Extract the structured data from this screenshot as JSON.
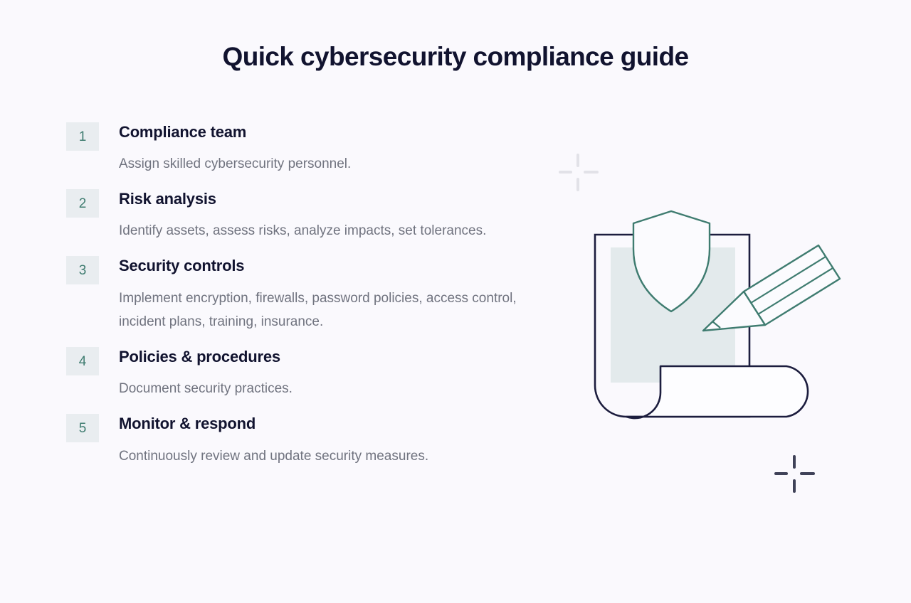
{
  "page": {
    "title": "Quick cybersecurity compliance guide",
    "background_color": "#faf9fd"
  },
  "colors": {
    "title_text": "#11132f",
    "step_title_text": "#11132f",
    "step_desc_text": "#70737f",
    "badge_background": "#e9edf0",
    "badge_number": "#3f7c70",
    "illustration_outline": "#1c1d3e",
    "illustration_accent": "#3f7c70",
    "illustration_fill": "#e3eaec",
    "crosshair_light": "#e2e2e8",
    "crosshair_dark": "#3f4258"
  },
  "steps": [
    {
      "number": "1",
      "title": "Compliance team",
      "description": "Assign skilled cybersecurity personnel."
    },
    {
      "number": "2",
      "title": "Risk analysis",
      "description": "Identify assets, assess risks, analyze impacts, set tolerances."
    },
    {
      "number": "3",
      "title": "Security controls",
      "description": "Implement encryption, firewalls, password policies, access control, incident plans, training, insurance."
    },
    {
      "number": "4",
      "title": "Policies & procedures",
      "description": "Document security practices."
    },
    {
      "number": "5",
      "title": "Monitor & respond",
      "description": "Continuously review and update security measures."
    }
  ],
  "illustration": {
    "name": "document-shield-pencil-illustration",
    "elements": [
      "document-page",
      "document-inner-rectangle",
      "shield-icon",
      "pencil-icon",
      "page-curl",
      "crosshair-mark-top-left",
      "crosshair-mark-bottom-right"
    ]
  }
}
